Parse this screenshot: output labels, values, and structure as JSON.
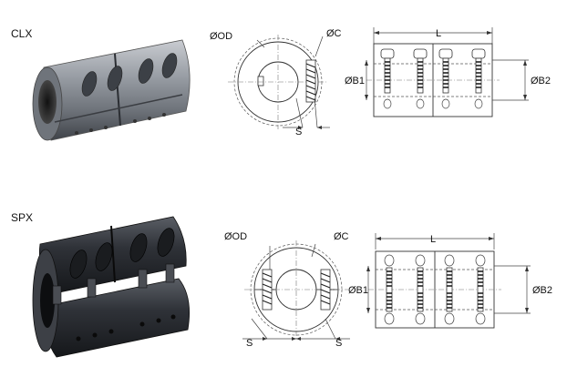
{
  "products": [
    {
      "model": "CLX",
      "labels": {
        "od": "ØOD",
        "c": "ØC",
        "s": "S",
        "l": "L",
        "b1": "ØB1",
        "b2": "ØB2"
      }
    },
    {
      "model": "SPX",
      "labels": {
        "od": "ØOD",
        "c": "ØC",
        "s_left": "S",
        "s_right": "S",
        "l": "L",
        "b1": "ØB1",
        "b2": "ØB2"
      }
    }
  ],
  "colors": {
    "clx_body": "#8f949b",
    "spx_body": "#2e3136",
    "line": "#333333"
  }
}
